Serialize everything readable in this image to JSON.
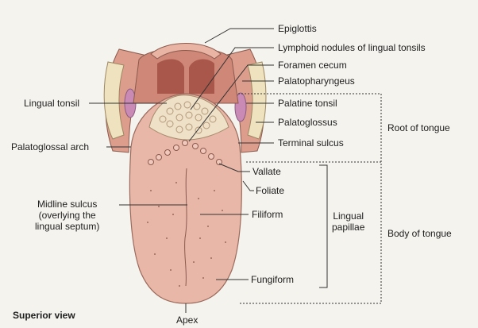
{
  "labels": {
    "epiglottis": "Epiglottis",
    "lymphoid_nodules": "Lymphoid nodules of lingual tonsils",
    "foramen_cecum": "Foramen cecum",
    "palatopharyngeus": "Palatopharyngeus",
    "lingual_tonsil": "Lingual tonsil",
    "palatine_tonsil": "Palatine tonsil",
    "palatoglossus": "Palatoglossus",
    "root_of_tongue": "Root of tongue",
    "palatoglossal_arch": "Palatoglossal arch",
    "terminal_sulcus": "Terminal sulcus",
    "vallate": "Vallate",
    "foliate": "Foliate",
    "midline_sulcus": "Midline sulcus\n(overlying the\nlingual septum)",
    "filiform": "Filiform",
    "lingual_papillae": "Lingual\npapillae",
    "body_of_tongue": "Body of tongue",
    "fungiform": "Fungiform",
    "superior_view": "Superior view",
    "apex": "Apex"
  },
  "colors": {
    "tongue_fill": "#e9b7a8",
    "tongue_shadow": "#d8998a",
    "pharynx_dark": "#a8574a",
    "pharynx_mid": "#cf8778",
    "tonsil_fill": "#efe0c8",
    "bone_fill": "#efe3bf",
    "line": "#333333"
  }
}
